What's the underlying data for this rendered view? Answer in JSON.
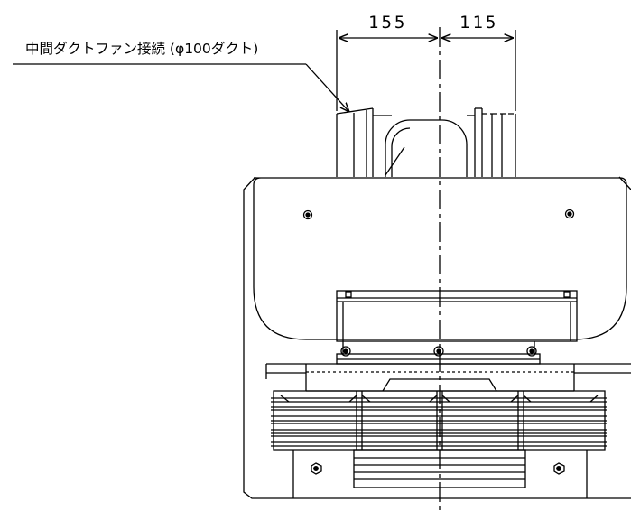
{
  "dimensions": {
    "left": "155",
    "right": "115"
  },
  "callout": {
    "label": "中間ダクトファン接続 (φ100ダクト)"
  },
  "colors": {
    "line": "#000000",
    "background": "#ffffff"
  }
}
